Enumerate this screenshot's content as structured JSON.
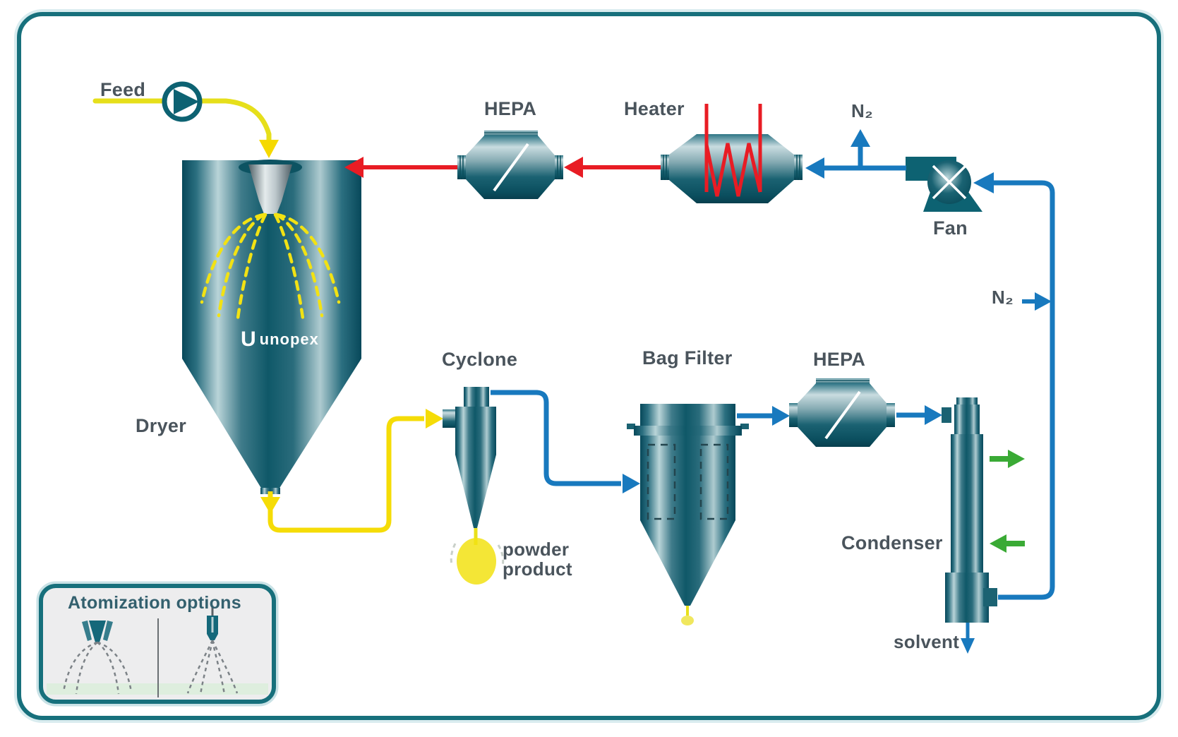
{
  "labels": {
    "feed": "Feed",
    "dryer": "Dryer",
    "hepa1": "HEPA",
    "heater": "Heater",
    "n2_top": "N₂",
    "fan": "Fan",
    "n2_side": "N₂",
    "cyclone": "Cyclone",
    "powder_line1": "powder",
    "powder_line2": "product",
    "bag_filter": "Bag Filter",
    "hepa2": "HEPA",
    "condenser": "Condenser",
    "solvent": "solvent",
    "atomization_title": "Atomization options",
    "brand_initial": "U",
    "brand_name": "unopex"
  },
  "colors": {
    "feed_stream_yellow": "#e6df1b",
    "hot_gas_red": "#e81c24",
    "nitrogen_blue": "#1879be",
    "coolant_green": "#3aaa35",
    "equipment_teal_dark": "#0d6272",
    "frame_border": "#17707c",
    "label_text": "#4a545c"
  }
}
